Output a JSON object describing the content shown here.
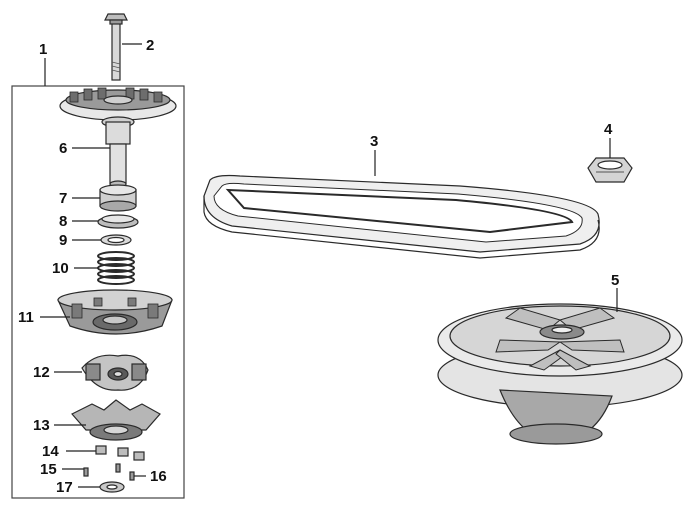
{
  "diagram": {
    "colors": {
      "line": "#2a2a2a",
      "fill_light": "#e6e6e6",
      "fill_mid": "#c8c8c8",
      "fill_dark": "#8c8c8c",
      "label": "#111111"
    },
    "callouts": [
      {
        "id": "1",
        "label": "1"
      },
      {
        "id": "2",
        "label": "2"
      },
      {
        "id": "3",
        "label": "3"
      },
      {
        "id": "4",
        "label": "4"
      },
      {
        "id": "5",
        "label": "5"
      },
      {
        "id": "6",
        "label": "6"
      },
      {
        "id": "7",
        "label": "7"
      },
      {
        "id": "8",
        "label": "8"
      },
      {
        "id": "9",
        "label": "9"
      },
      {
        "id": "10",
        "label": "10"
      },
      {
        "id": "11",
        "label": "11"
      },
      {
        "id": "12",
        "label": "12"
      },
      {
        "id": "13",
        "label": "13"
      },
      {
        "id": "14",
        "label": "14"
      },
      {
        "id": "15",
        "label": "15"
      },
      {
        "id": "16",
        "label": "16"
      },
      {
        "id": "17",
        "label": "17"
      }
    ]
  }
}
